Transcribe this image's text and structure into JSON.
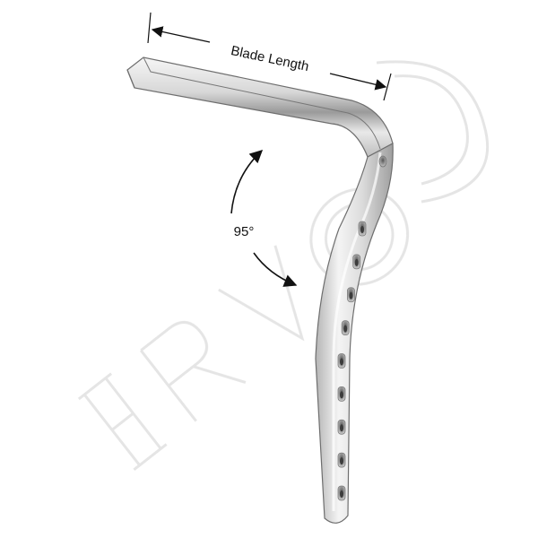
{
  "dimension_label": "Blade Length",
  "angle_label": "95°",
  "watermark_text": "HRVO",
  "plate": {
    "hole_count": 9
  },
  "colors": {
    "background": "#ffffff",
    "metal_light": "#f4f4f4",
    "metal_mid": "#c9c9c9",
    "metal_dark": "#8a8a8a",
    "outline": "#6e6e6e",
    "arrow": "#111111",
    "watermark": "#e6e6e6"
  }
}
